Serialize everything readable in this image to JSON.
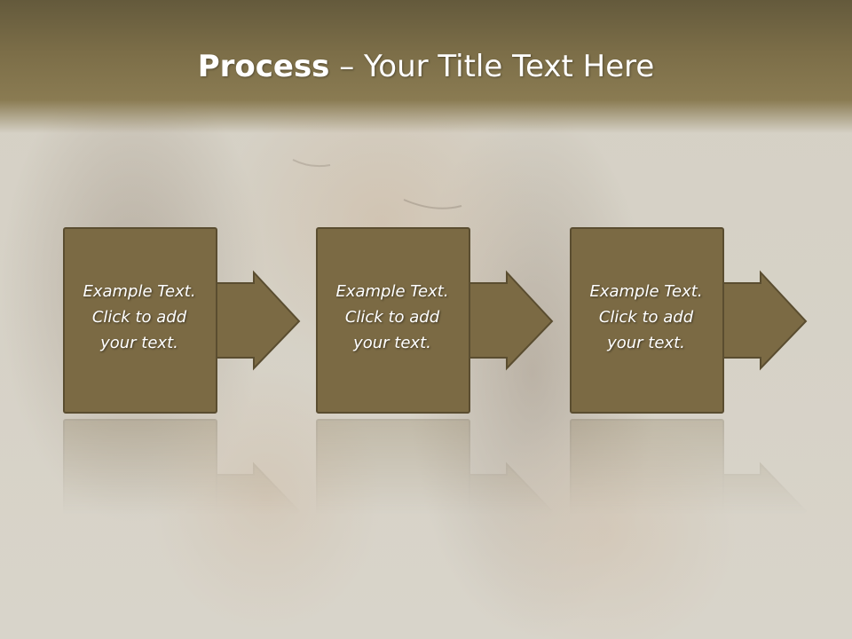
{
  "slide": {
    "title_bold": "Process",
    "title_rest": " – Your Title Text Here"
  },
  "steps": [
    {
      "lines": [
        "Example Text.",
        "Click  to add",
        "your text."
      ]
    },
    {
      "lines": [
        "Example Text.",
        "Click  to add",
        "your text."
      ]
    },
    {
      "lines": [
        "Example Text.",
        "Click  to add",
        "your text."
      ]
    }
  ],
  "colors": {
    "header": "#7c6e48",
    "box_fill": "#7b6a44",
    "box_stroke": "#5a4d30",
    "text": "#ffffff"
  },
  "icons": {
    "connector": "arrow-right-icon",
    "background": "portrait-photo"
  }
}
